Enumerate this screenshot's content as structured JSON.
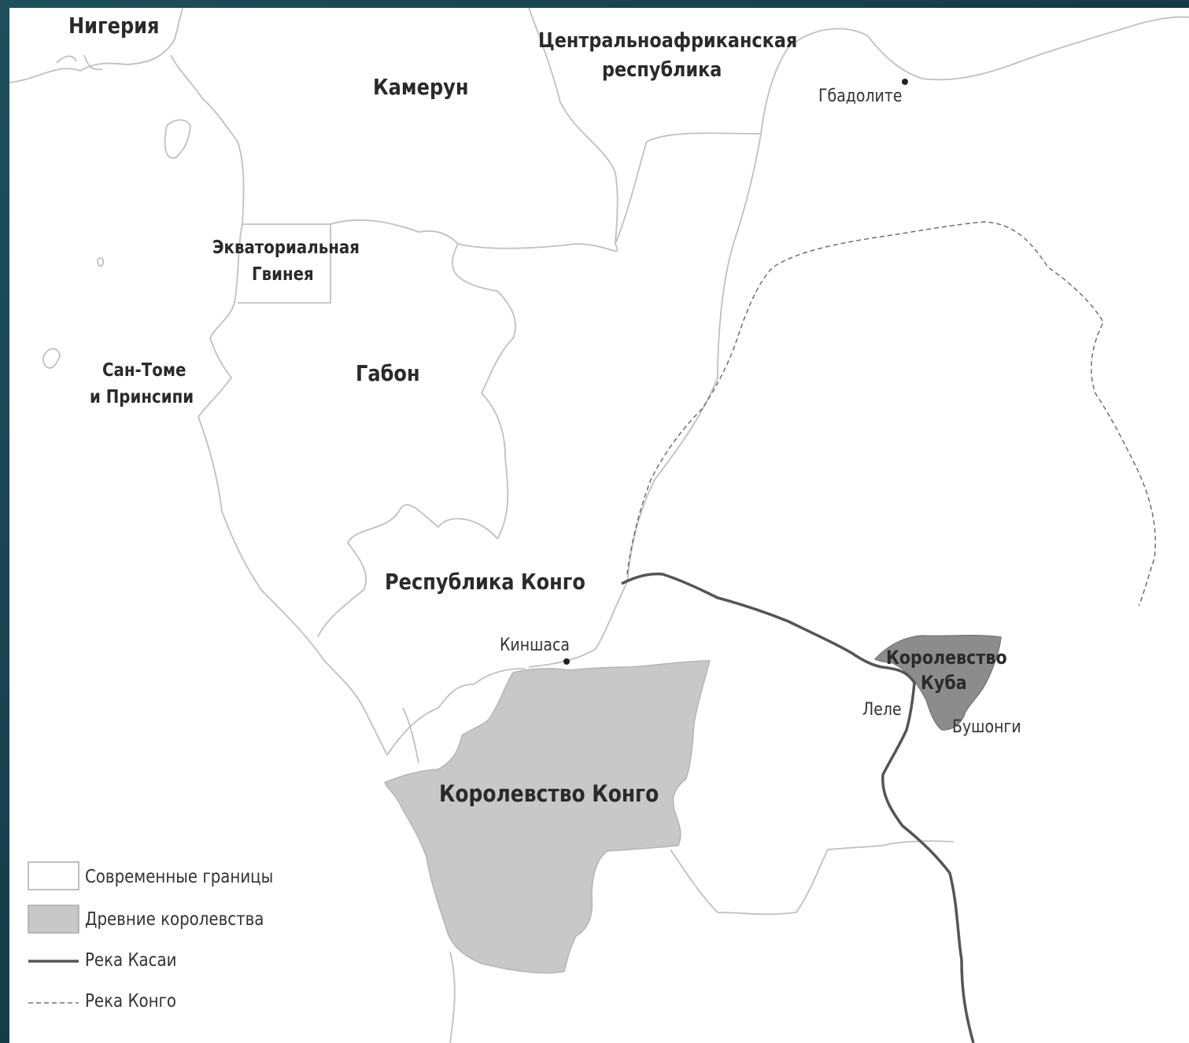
{
  "map": {
    "countries": {
      "nigeria": "Нигерия",
      "cameroon": "Камерун",
      "car_line1": "Центральноафриканская",
      "car_line2": "республика",
      "eq_guinea_line1": "Экваториальная",
      "eq_guinea_line2": "Гвинея",
      "gabon": "Габон",
      "sao_tome_line1": "Сан-Томе",
      "sao_tome_line2": "и Принсипи",
      "rep_congo": "Республика Конго"
    },
    "cities": {
      "gbadolite": "Гбадолите",
      "kinshasa": "Киншаса",
      "lele": "Леле",
      "bushongi": "Бушонги"
    },
    "kingdoms": {
      "kongo": "Королевство Конго",
      "kuba_line1": "Королевство",
      "kuba_line2": "Куба"
    },
    "colors": {
      "background": "#ffffff",
      "border": "#bdbdbd",
      "ancient_kingdom": "#c8c8c8",
      "kuba_kingdom": "#8c8c8c",
      "kasai_river": "#555555",
      "congo_river": "#666666"
    }
  },
  "legend": {
    "modern_borders": "Современные границы",
    "ancient_kingdoms": "Древние королевства",
    "kasai_river": "Река Касаи",
    "congo_river": "Река Конго"
  }
}
